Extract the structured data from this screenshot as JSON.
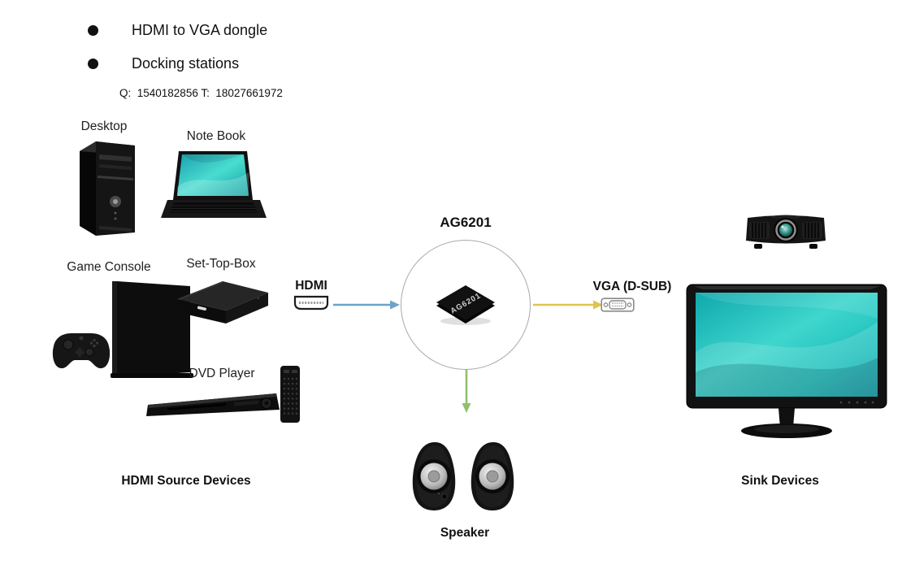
{
  "header": {
    "bullets": [
      {
        "label": "HDMI to VGA dongle"
      },
      {
        "label": "Docking stations"
      }
    ],
    "contact": "Q:  1540182856 T:  18027661972"
  },
  "center": {
    "title": "AG6201",
    "chip_text": "AG6201",
    "hdmi_label": "HDMI",
    "vga_label": "VGA (D-SUB)"
  },
  "sources": {
    "desktop": "Desktop",
    "notebook": "Note Book",
    "game_console": "Game Console",
    "set_top_box": "Set-Top-Box",
    "dvd_player": "DVD Player",
    "group_label": "HDMI Source Devices"
  },
  "sinks": {
    "group_label": "Sink Devices",
    "speaker_label": "Speaker"
  },
  "colors": {
    "hdmi_arrow": "#6fa3c9",
    "vga_arrow": "#dfc44f",
    "speaker_arrow": "#8fc06a",
    "circle_stroke": "#a9a9a9"
  }
}
